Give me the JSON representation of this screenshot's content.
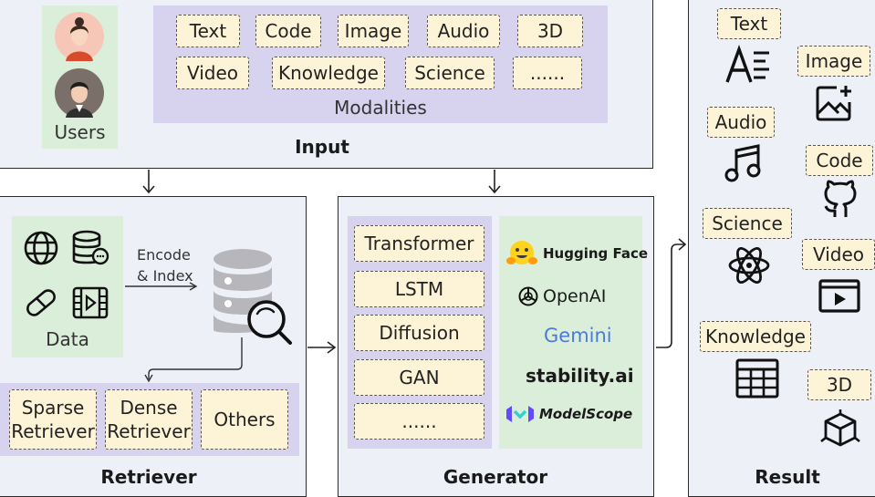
{
  "input": {
    "title": "Input",
    "users_label": "Users",
    "modalities_label": "Modalities",
    "modalities": [
      "Text",
      "Code",
      "Image",
      "Audio",
      "3D",
      "Video",
      "Knowledge",
      "Science",
      "......"
    ]
  },
  "retriever": {
    "title": "Retriever",
    "data_label": "Data",
    "encode_label": "Encode\n& Index",
    "types": [
      "Sparse\nRetriever",
      "Dense\nRetriever",
      "Others"
    ]
  },
  "generator": {
    "title": "Generator",
    "models": [
      "Transformer",
      "LSTM",
      "Diffusion",
      "GAN",
      "......"
    ],
    "providers": [
      "Hugging Face",
      "OpenAI",
      "Gemini",
      "stability.ai",
      "ModelScope"
    ]
  },
  "result": {
    "title": "Result",
    "items": [
      "Text",
      "Image",
      "Audio",
      "Code",
      "Science",
      "Video",
      "Knowledge",
      "3D"
    ]
  },
  "colors": {
    "panel": "#eef0f8",
    "modality_bg": "#d7d3ee",
    "data_bg": "#dbeed9",
    "tag_bg": "#fdf3d6",
    "gemini": "#4b7bd8"
  }
}
